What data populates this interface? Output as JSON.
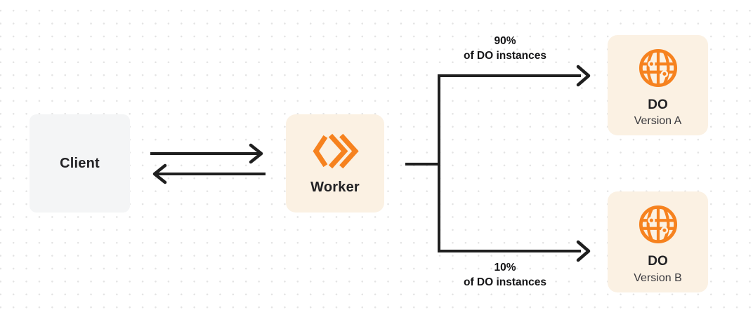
{
  "diagram": {
    "client": {
      "label": "Client"
    },
    "worker": {
      "label": "Worker"
    },
    "do_version_a": {
      "title": "DO",
      "subtitle": "Version A"
    },
    "do_version_b": {
      "title": "DO",
      "subtitle": "Version B"
    },
    "top_branch": {
      "percent": "90%",
      "caption": "of DO instances"
    },
    "bottom_branch": {
      "percent": "10%",
      "caption": "of DO instances"
    }
  },
  "colors": {
    "accent_orange": "#F6821F",
    "node_cream_bg": "#FBF1E3",
    "client_gray_bg": "#F4F5F6",
    "connector_dark": "#1F1F1F",
    "dot_grid": "#E3E3E3"
  }
}
